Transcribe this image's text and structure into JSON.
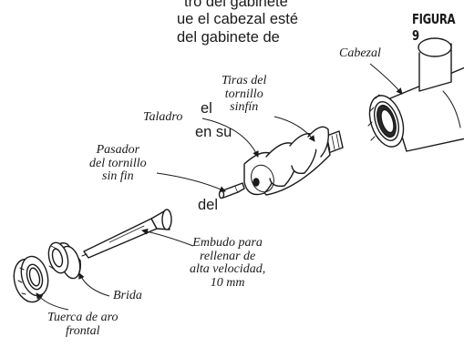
{
  "instructions": {
    "lines": [
      "tro del gabinete",
      "ue el cabezal esté",
      "del gabinete de",
      "el",
      "en su",
      "del"
    ]
  },
  "figure": {
    "title": "FIGURA 9",
    "labels": {
      "cabezal": "Cabezal",
      "tiras": [
        "Tiras del",
        "tornillo",
        "sinfín"
      ],
      "taladro": "Taladro",
      "pasador": [
        "Pasador",
        "del tornillo",
        "sin fin"
      ],
      "embudo": [
        "Embudo para",
        "rellenar de",
        "alta velocidad,",
        "10 mm"
      ],
      "brida": "Brida",
      "tuerca": [
        "Tuerca de aro",
        "frontal"
      ]
    }
  },
  "colors": {
    "ink": "#1a1a1a",
    "background": "#ffffff"
  }
}
